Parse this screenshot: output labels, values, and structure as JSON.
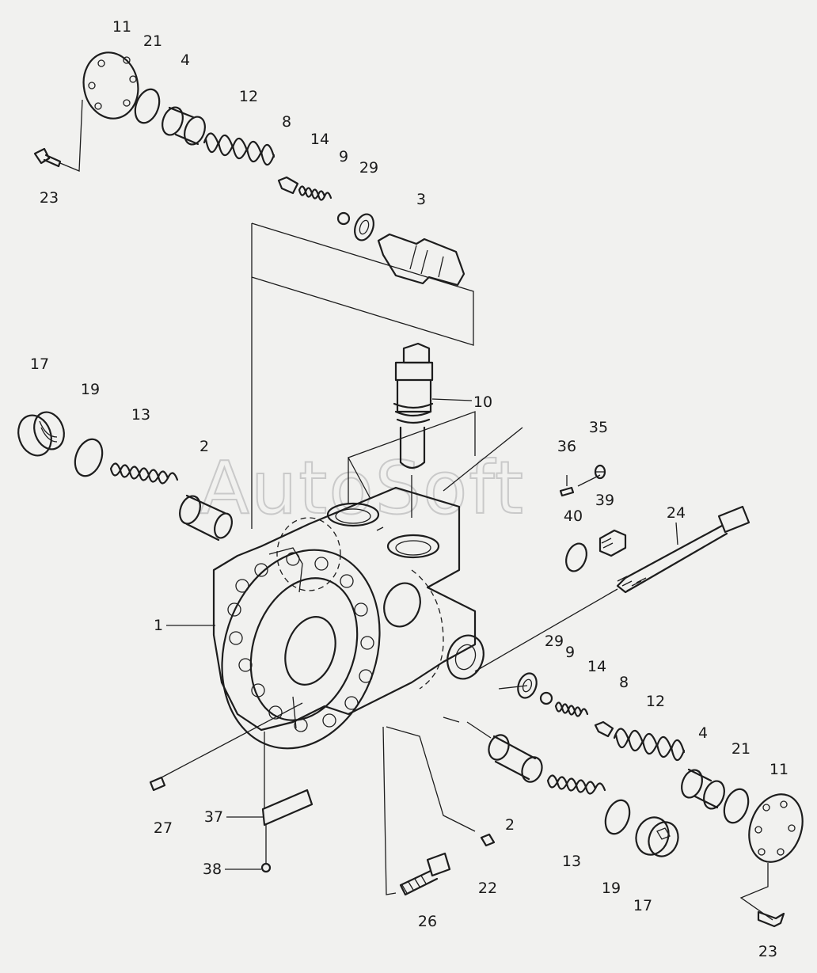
{
  "watermark": "AutoSoft",
  "labels": {
    "l11a": "11",
    "l21a": "21",
    "l4a": "4",
    "l12a": "12",
    "l8a": "8",
    "l14a": "14",
    "l9a": "9",
    "l29a": "29",
    "l3": "3",
    "l23a": "23",
    "l10": "10",
    "l17a": "17",
    "l19a": "19",
    "l13a": "13",
    "l2a": "2",
    "l36": "36",
    "l35": "35",
    "l39": "39",
    "l40": "40",
    "l24": "24",
    "l1": "1",
    "l29b": "29",
    "l9b": "9",
    "l14b": "14",
    "l8b": "8",
    "l12b": "12",
    "l4b": "4",
    "l21b": "21",
    "l11b": "11",
    "l27": "27",
    "l37": "37",
    "l38": "38",
    "l22": "22",
    "l26": "26",
    "l2b": "2",
    "l13b": "13",
    "l19b": "19",
    "l17b": "17",
    "l23b": "23"
  },
  "colors": {
    "background": "#f1f1ef",
    "ink": "#1d1d1d",
    "watermark": "#c9c9c9"
  }
}
